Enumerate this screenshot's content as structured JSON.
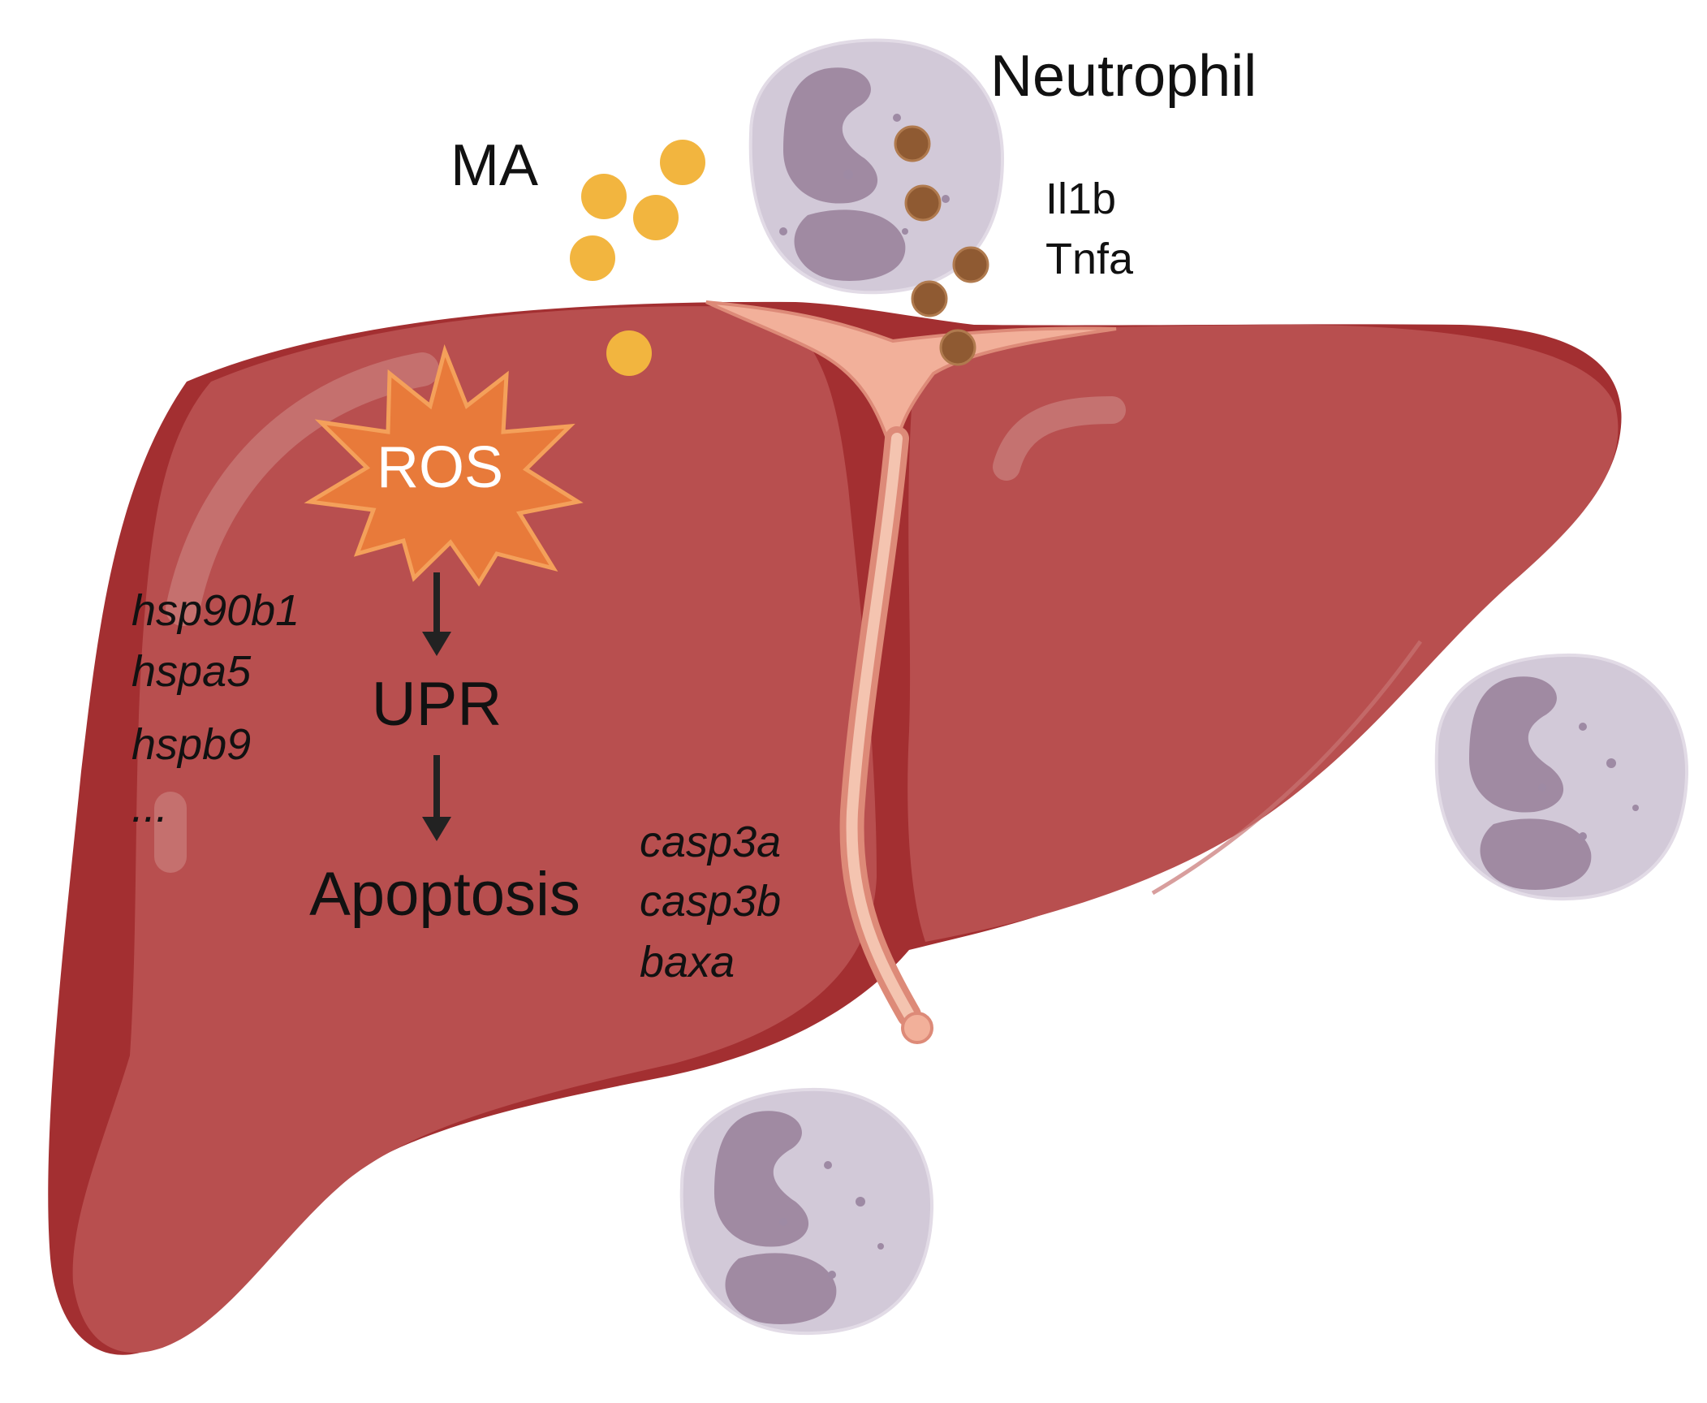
{
  "labels": {
    "ma": "MA",
    "neutrophil": "Neutrophil",
    "cytokine_1": "Il1b",
    "cytokine_2": "Tnfa",
    "ros": "ROS",
    "upr": "UPR",
    "apoptosis": "Apoptosis"
  },
  "genes_upr": [
    "hsp90b1",
    "hspa5",
    "hspb9",
    "..."
  ],
  "genes_apoptosis": [
    "casp3a",
    "casp3b",
    "baxa"
  ],
  "colors": {
    "liver_main": "#b84f4f",
    "liver_shadow": "#a32f31",
    "liver_highlight": "#c77573",
    "ligament": "#f2b09a",
    "ligament_edge": "#dd8a78",
    "ros_fill": "#e87a3a",
    "ros_edge": "#f4a05a",
    "ma_particle": "#f2b53f",
    "cytokine": "#8f5a32",
    "cell_fill": "#d2c9d8",
    "cell_nucleus": "#a08aa2",
    "arrow": "#222222",
    "text": "#111111"
  }
}
